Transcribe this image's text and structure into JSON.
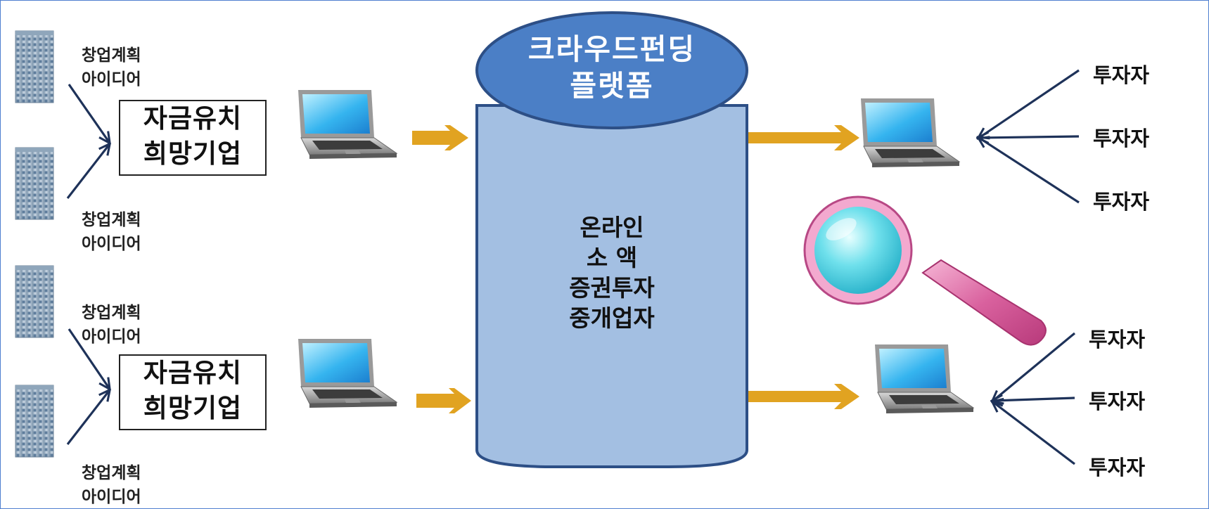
{
  "colors": {
    "cylinder_body": "#a3bfe2",
    "cylinder_top": "#4b7fc6",
    "cylinder_stroke": "#2d4f86",
    "arrow_gold": "#e1a321",
    "arrow_navy": "#1e3259",
    "frame": "#4f7fd0"
  },
  "platform": {
    "title_line1": "크라우드펀딩",
    "title_line2": "플랫폼",
    "body_line1": "온라인",
    "body_line2": "소 액",
    "body_line3": "증권투자",
    "body_line4": "중개업자"
  },
  "companies": [
    {
      "box_line1": "자금유치",
      "box_line2": "희망기업",
      "idea_top": {
        "line1": "창업계획",
        "line2": "아이디어"
      },
      "idea_bottom": {
        "line1": "창업계획",
        "line2": "아이디어"
      }
    },
    {
      "box_line1": "자금유치",
      "box_line2": "희망기업",
      "idea_top": {
        "line1": "창업계획",
        "line2": "아이디어"
      },
      "idea_bottom": {
        "line1": "창업계획",
        "line2": "아이디어"
      }
    }
  ],
  "investor_groups": [
    {
      "investors": [
        "투자자",
        "투자자",
        "투자자"
      ]
    },
    {
      "investors": [
        "투자자",
        "투자자",
        "투자자"
      ]
    }
  ],
  "icons": {
    "building": "building-icon",
    "laptop": "laptop-icon",
    "magnifier": "magnifying-glass-icon"
  }
}
